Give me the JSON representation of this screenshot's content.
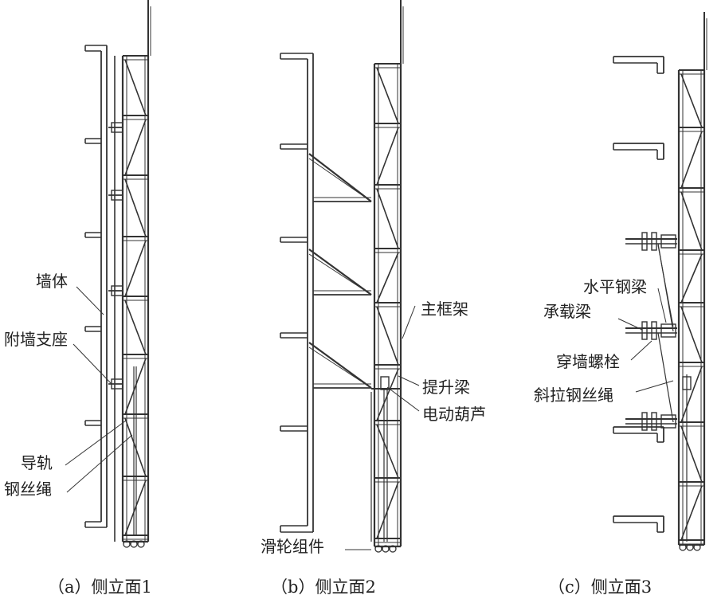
{
  "panel_a": {
    "caption": "（a）侧立面1",
    "labels": {
      "wall": "墙体",
      "wall_support": "附墙支座",
      "guide_rail": "导轨",
      "wire_rope": "钢丝绳"
    }
  },
  "panel_b": {
    "caption": "（b）侧立面2",
    "labels": {
      "main_frame": "主框架",
      "lifting_beam": "提升梁",
      "electric_hoist": "电动葫芦",
      "pulley_assembly": "滑轮组件"
    }
  },
  "panel_c": {
    "caption": "（c）侧立面3",
    "labels": {
      "horizontal_steel_beam": "水平钢梁",
      "bearing_beam": "承载梁",
      "through_wall_bolt": "穿墙螺栓",
      "diagonal_wire_rope": "斜拉钢丝绳"
    }
  },
  "colors": {
    "line": "#333333",
    "text": "#222222"
  }
}
